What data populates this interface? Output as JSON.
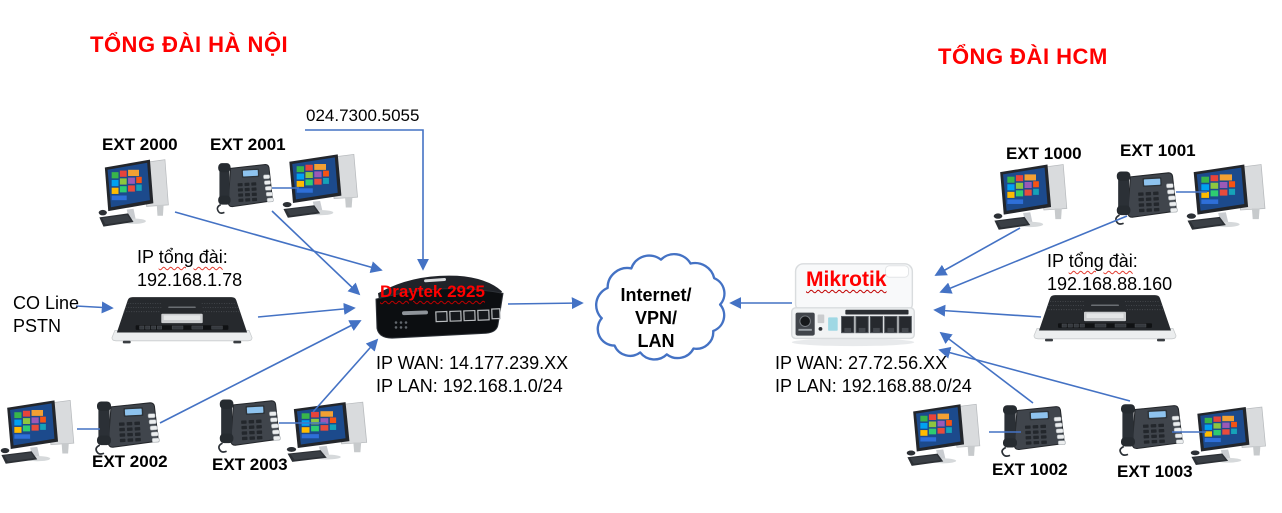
{
  "diagram": {
    "left": {
      "title": "TỔNG ĐÀI HÀ NỘI",
      "callout_number": "024.7300.5055",
      "pbx_ip": {
        "p1": "IP ",
        "p2": "tổng đài",
        "p3": ":",
        "value": "192.168.1.78"
      },
      "co_line": "CO Line",
      "pstn": "PSTN",
      "router_name": "Draytek 2925",
      "ip_wan": "IP WAN: 14.177.239.XX",
      "ip_lan": "IP LAN: 192.168.1.0/24",
      "ext_top": [
        "EXT 2000",
        "EXT 2001"
      ],
      "ext_bottom": [
        "EXT 2002",
        "EXT 2003"
      ]
    },
    "cloud": {
      "line1": "Internet/",
      "line2": "VPN/",
      "line3": "LAN"
    },
    "right": {
      "title": "TỔNG ĐÀI HCM",
      "router_name": "Mikrotik",
      "pbx_ip": {
        "p1": "IP ",
        "p2": "tổng đài",
        "p3": ":",
        "value": "192.168.88.160"
      },
      "ip_wan": "IP WAN: 27.72.56.XX",
      "ip_lan": "IP LAN: 192.168.88.0/24",
      "ext_top": [
        "EXT 1000",
        "EXT 1001"
      ],
      "ext_bottom": [
        "EXT 1002",
        "EXT 1003"
      ]
    },
    "colors": {
      "title_red": "#ff0000",
      "router_label_red": "#ff0000",
      "arrow_blue": "#4472C4",
      "text_black": "#000000"
    }
  }
}
